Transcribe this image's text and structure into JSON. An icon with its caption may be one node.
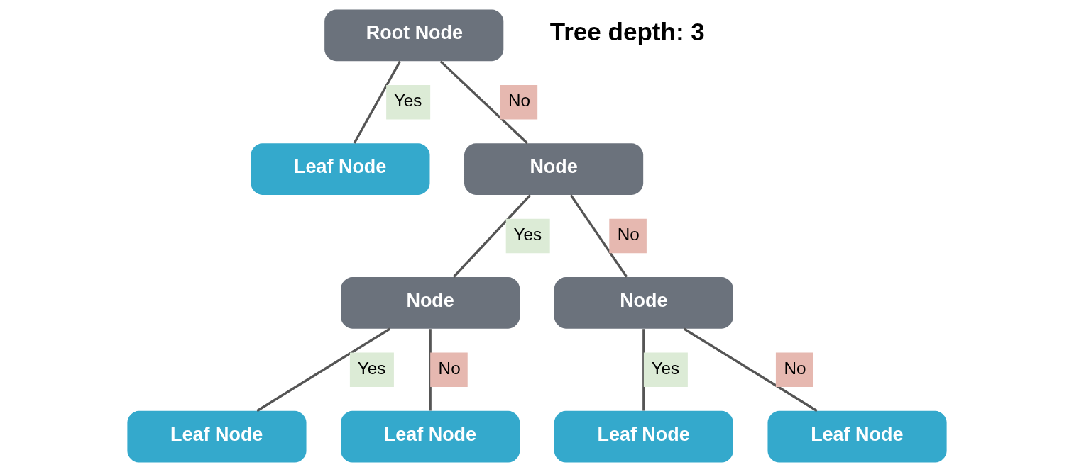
{
  "diagram": {
    "nodes": [
      {
        "text": [
          "Root Node"
        ]
      },
      {
        "text": [
          "Leaf Node"
        ]
      },
      {
        "text": [
          "Node"
        ]
      },
      {
        "text": [
          "Node"
        ]
      },
      {
        "text": [
          "Node"
        ]
      },
      {
        "text": [
          "Leaf Node"
        ]
      },
      {
        "text": [
          "Leaf Node"
        ]
      },
      {
        "text": [
          "Leaf Node"
        ]
      },
      {
        "text": [
          "Leaf Node"
        ]
      }
    ],
    "edges": [
      {
        "from": 0,
        "to": 1,
        "arrow": "none",
        "label": "Yes"
      },
      {
        "from": 0,
        "to": 2,
        "arrow": "none",
        "label": "No"
      },
      {
        "from": 2,
        "to": 3,
        "arrow": "none",
        "label": "Yes"
      },
      {
        "from": 2,
        "to": 4,
        "arrow": "none",
        "label": "No"
      },
      {
        "from": 3,
        "to": 5,
        "arrow": "none",
        "label": "Yes"
      },
      {
        "from": 3,
        "to": 6,
        "arrow": "none",
        "label": "No"
      },
      {
        "from": 4,
        "to": 7,
        "arrow": "none",
        "label": "Yes"
      },
      {
        "from": 4,
        "to": 8,
        "arrow": "none",
        "label": "No"
      }
    ],
    "labels": [
      "Tree depth: 3"
    ]
  }
}
